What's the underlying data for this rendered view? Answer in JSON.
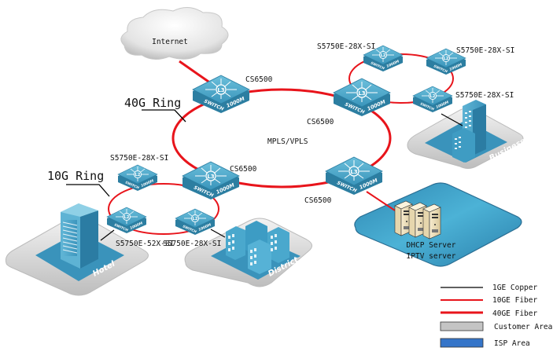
{
  "internet": {
    "label": "Internet"
  },
  "rings": {
    "core": {
      "label": "40G Ring",
      "center_label": "MPLS/VPLS"
    },
    "access": {
      "label": "10G Ring"
    }
  },
  "switches": {
    "core_top": {
      "model": "CS6500",
      "layer": "L3",
      "brand": "SWITCH",
      "speed": "1000M"
    },
    "core_right": {
      "model": "CS6500",
      "layer": "L3",
      "brand": "SWITCH",
      "speed": "1000M"
    },
    "core_left": {
      "model": "CS6500",
      "layer": "L3",
      "brand": "SWITCH",
      "speed": "1000M"
    },
    "core_bottom": {
      "model": "CS6500",
      "layer": "L3",
      "brand": "SWITCH",
      "speed": "1000M"
    },
    "biz_top_left": {
      "model": "S5750E-28X-SI",
      "layer": "L2",
      "brand": "SWITCH",
      "speed": "1000M"
    },
    "biz_top_right": {
      "model": "S5750E-28X-SI",
      "layer": "L2",
      "brand": "SWITCH",
      "speed": "1000M"
    },
    "biz_bottom": {
      "model": "S5750E-28X-SI",
      "layer": "L2",
      "brand": "SWITCH",
      "speed": "1000M"
    },
    "acc_top": {
      "model": "S5750E-28X-SI",
      "layer": "L2",
      "brand": "SWITCH",
      "speed": "1000M"
    },
    "acc_left": {
      "model": "S5750E-52X-SI",
      "layer": "L2",
      "brand": "SWITCH",
      "speed": "1000M"
    },
    "acc_right": {
      "model": "S5750E-28X-SI",
      "layer": "L2",
      "brand": "SWITCH",
      "speed": "1000M"
    }
  },
  "areas": {
    "business": "Business",
    "hotel": "Hotel",
    "district": "District",
    "isp": {
      "line1": "DHCP Server",
      "line2": "IPTV server"
    }
  },
  "legend": {
    "items": [
      {
        "label": "1GE Copper",
        "kind": "line",
        "color": "#000000"
      },
      {
        "label": "10GE Fiber",
        "kind": "line",
        "color": "#e8141b"
      },
      {
        "label": "40GE Fiber",
        "kind": "line",
        "color": "#e8141b"
      },
      {
        "label": "Customer Area",
        "kind": "box",
        "color": "#c4c4c4"
      },
      {
        "label": "ISP Area",
        "kind": "box",
        "color": "#3575c9"
      }
    ]
  },
  "colors": {
    "fiber": "#e8141b",
    "copper": "#000000",
    "switch_top": "#4fa9c9",
    "switch_side": "#2c7ea1",
    "building": "#3c97bf",
    "isp_area": "#3a9cc4",
    "customer_area": "#d6d6d6"
  }
}
